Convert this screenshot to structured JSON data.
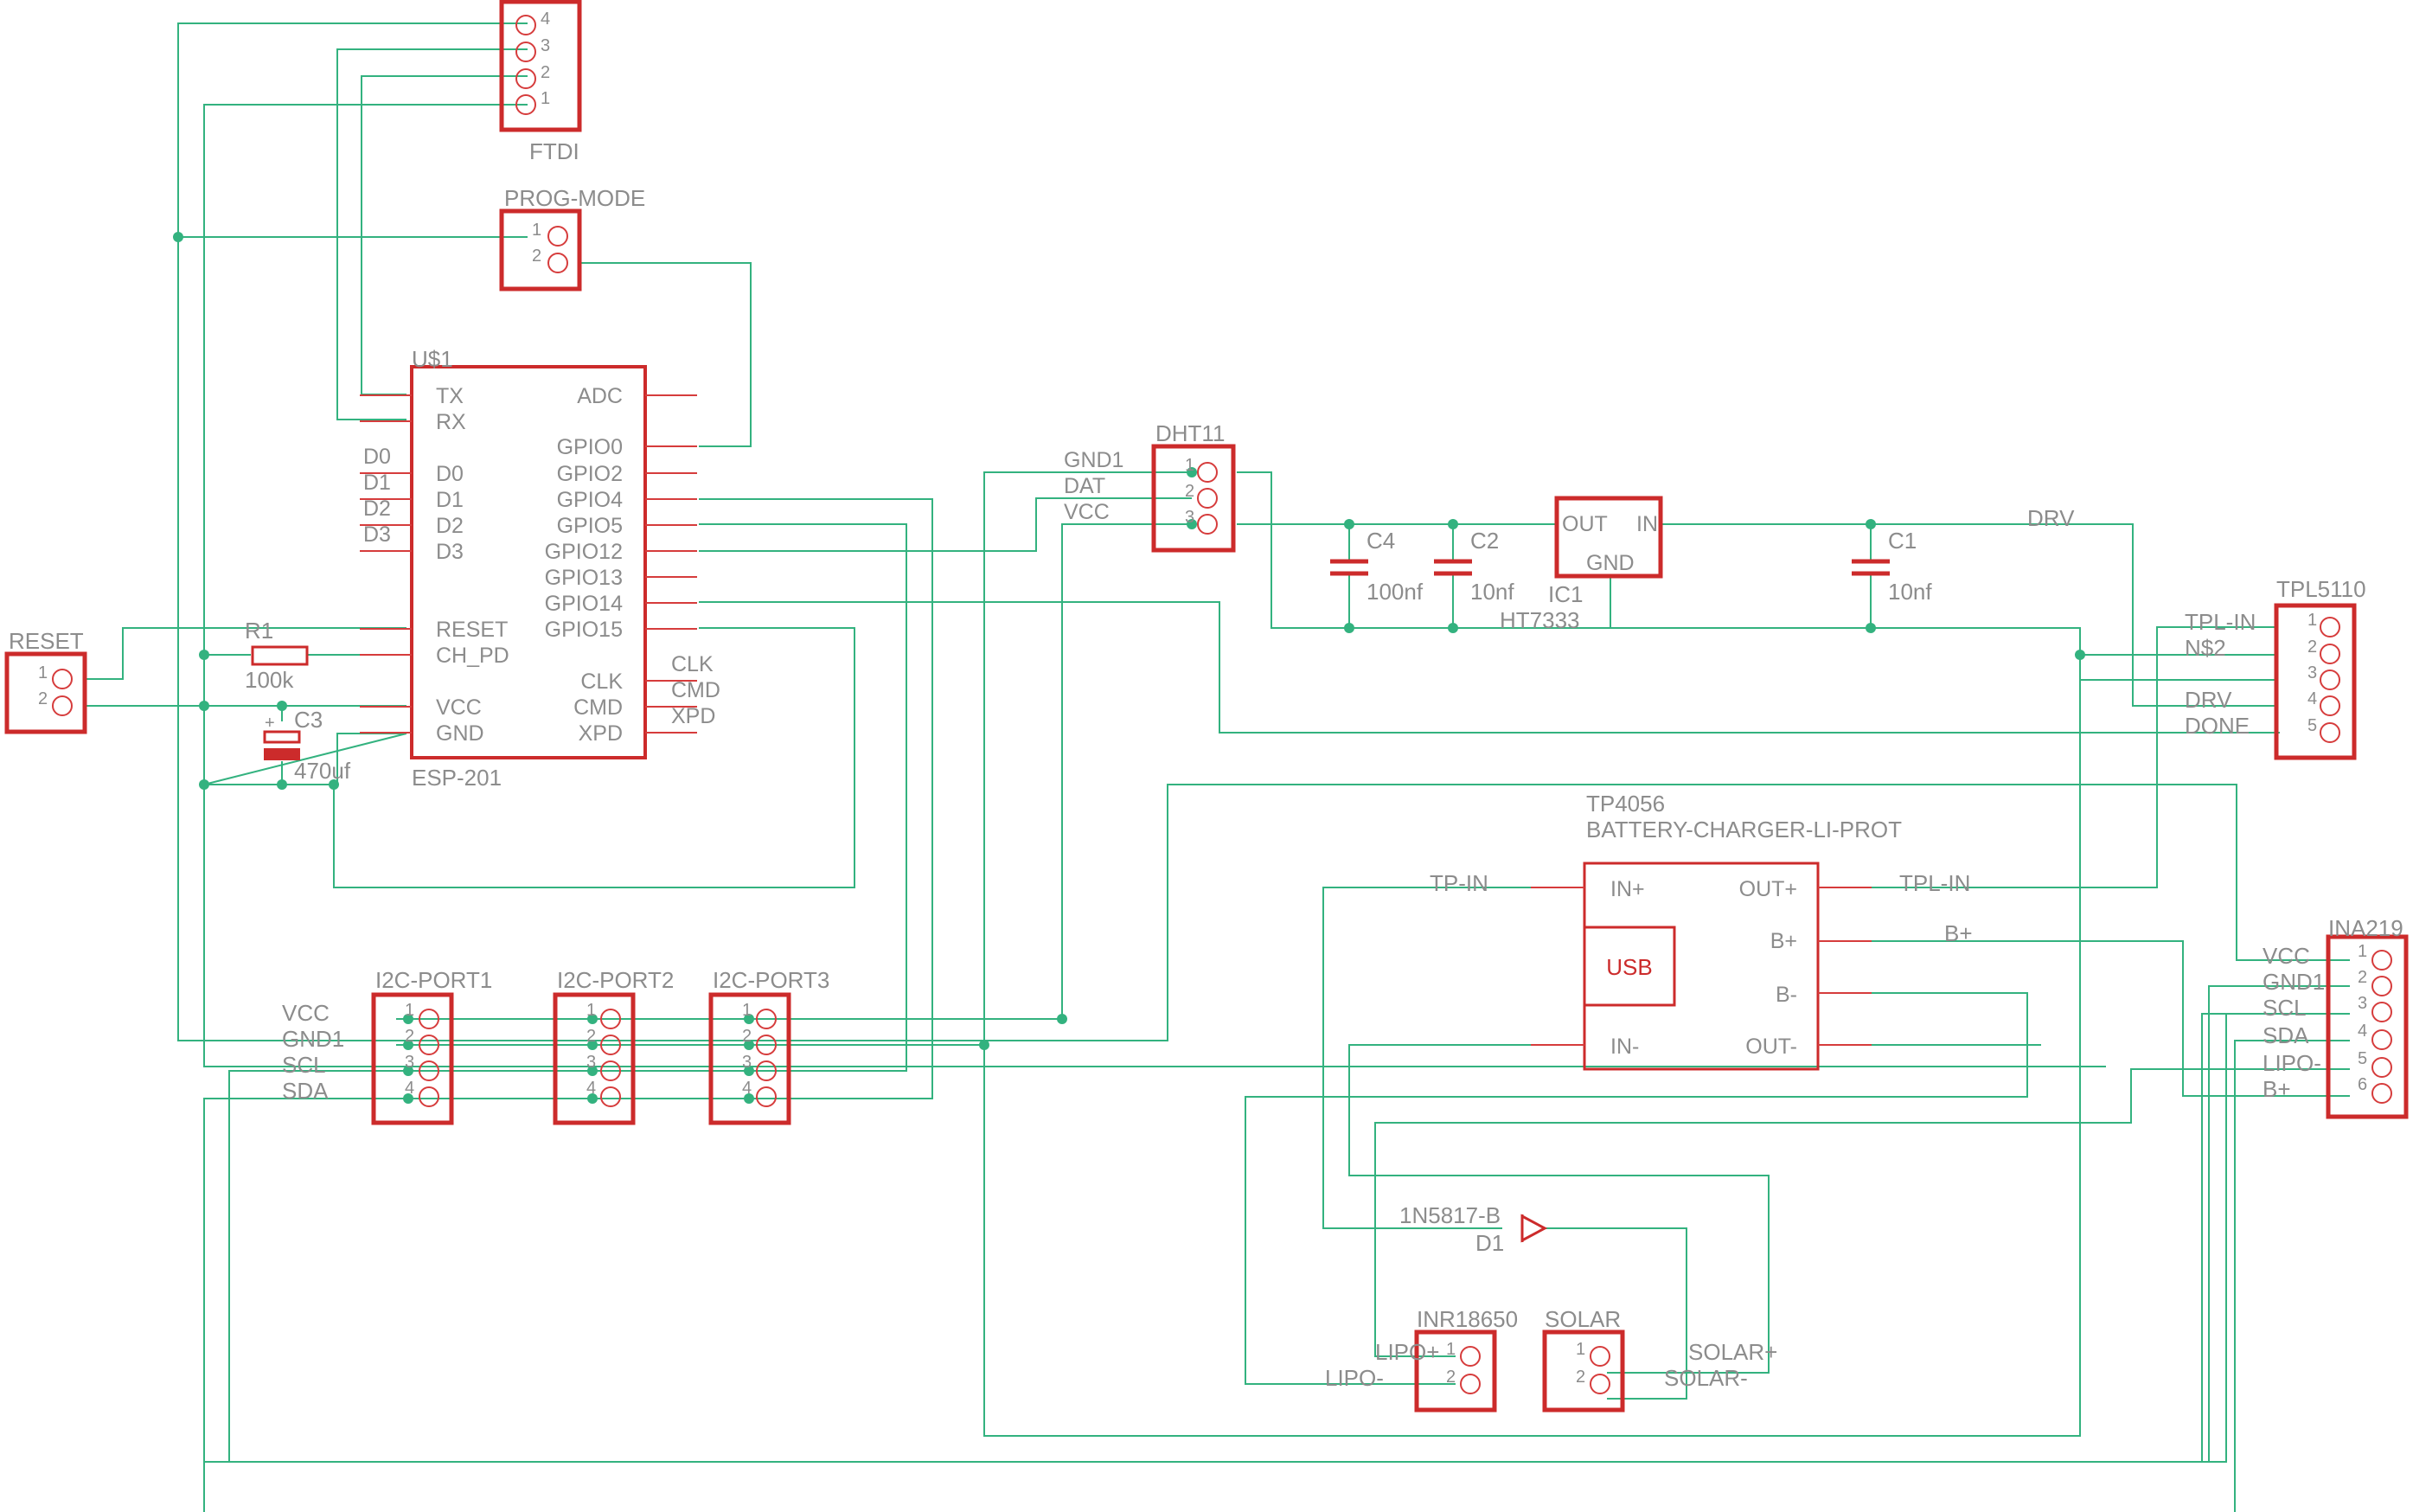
{
  "colors": {
    "wire": "#33b27f",
    "part": "#cc2b2b",
    "pin": "#d63c3c",
    "text": "#8c8c8c",
    "background": "#ffffff"
  },
  "components": {
    "ftdi": {
      "name": "FTDI",
      "pins": [
        "4",
        "3",
        "2",
        "1"
      ]
    },
    "prog_mode": {
      "name": "PROG-MODE",
      "pins": [
        "1",
        "2"
      ]
    },
    "reset": {
      "name": "RESET",
      "pins": [
        "1",
        "2"
      ]
    },
    "r1": {
      "name": "R1",
      "value": "100k"
    },
    "c3": {
      "name": "C3",
      "value": "470uf",
      "polarity": "+"
    },
    "esp": {
      "ref": "U$1",
      "name": "ESP-201",
      "left_pins": [
        "TX",
        "RX",
        "D0",
        "D1",
        "D2",
        "D3",
        "RESET",
        "CH_PD",
        "VCC",
        "GND"
      ],
      "right_pins": [
        "ADC",
        "GPIO0",
        "GPIO2",
        "GPIO4",
        "GPIO5",
        "GPIO12",
        "GPIO13",
        "GPIO14",
        "GPIO15",
        "CLK",
        "CMD",
        "XPD"
      ],
      "outer_left": [
        "D0",
        "D1",
        "D2",
        "D3"
      ],
      "outer_right": [
        "CLK",
        "CMD",
        "XPD"
      ]
    },
    "dht11": {
      "name": "DHT11",
      "pins": [
        "1",
        "2",
        "3"
      ],
      "labels": [
        "GND1",
        "DAT",
        "VCC"
      ]
    },
    "c4": {
      "name": "C4",
      "value": "100nf"
    },
    "c2": {
      "name": "C2",
      "value": "10nf"
    },
    "c1": {
      "name": "C1",
      "value": "10nf"
    },
    "ic1": {
      "name": "IC1",
      "value": "HT7333",
      "pins": [
        "OUT",
        "IN",
        "GND"
      ]
    },
    "tpl5110": {
      "name": "TPL5110",
      "pins": [
        "1",
        "2",
        "3",
        "4",
        "5"
      ],
      "labels": [
        "TPL-IN",
        "N$2",
        "DRV",
        "DONE"
      ]
    },
    "tp4056": {
      "name": "TP4056",
      "value": "BATTERY-CHARGER-LI-PROT",
      "usb": "USB",
      "pins_left": [
        "IN+",
        "IN-"
      ],
      "pins_right": [
        "OUT+",
        "B+",
        "B-",
        "OUT-"
      ]
    },
    "ina219": {
      "name": "INA219",
      "pins": [
        "1",
        "2",
        "3",
        "4",
        "5",
        "6"
      ],
      "labels": [
        "VCC",
        "GND1",
        "SCL",
        "SDA",
        "LIPO-",
        "B+"
      ]
    },
    "i2c1": {
      "name": "I2C-PORT1",
      "pins": [
        "1",
        "2",
        "3",
        "4"
      ],
      "labels": [
        "VCC",
        "GND1",
        "SCL",
        "SDA"
      ]
    },
    "i2c2": {
      "name": "I2C-PORT2",
      "pins": [
        "1",
        "2",
        "3",
        "4"
      ]
    },
    "i2c3": {
      "name": "I2C-PORT3",
      "pins": [
        "1",
        "2",
        "3",
        "4"
      ]
    },
    "d1": {
      "name": "D1",
      "value": "1N5817-B"
    },
    "inr18650": {
      "name": "INR18650",
      "pins": [
        "1",
        "2"
      ],
      "labels": [
        "LIPO+",
        "LIPO-"
      ]
    },
    "solar": {
      "name": "SOLAR",
      "pins": [
        "1",
        "2"
      ],
      "labels": [
        "SOLAR+",
        "SOLAR-"
      ]
    }
  },
  "net_labels": {
    "drv": "DRV",
    "tp_in": "TP-IN",
    "tpl_in": "TPL-IN",
    "b_plus": "B+"
  }
}
